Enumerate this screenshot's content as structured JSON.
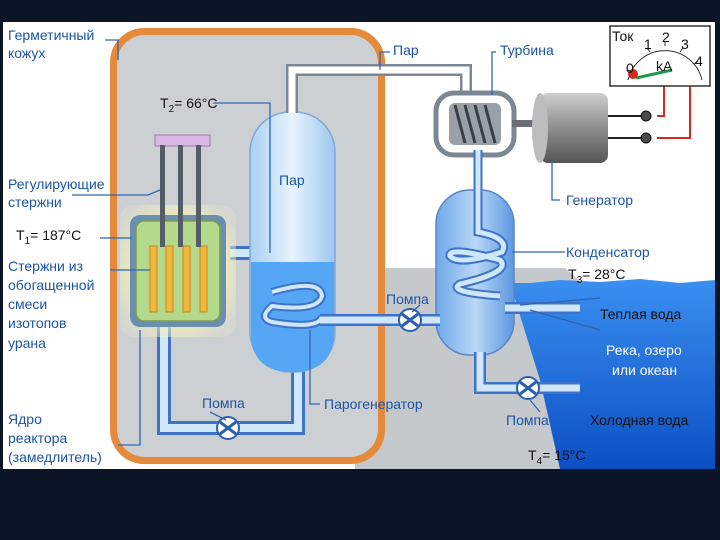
{
  "labels": {
    "containment": [
      "Герметичный",
      "кожух"
    ],
    "control_rods": [
      "Регулирующие",
      "стержни"
    ],
    "fuel_rods": [
      "Стержни из",
      "обогащенной",
      "смеси",
      "изотопов",
      "урана"
    ],
    "moderator": [
      "Ядро",
      "реактора",
      "(замедлитель)"
    ],
    "steam_top": "Пар",
    "steam_inner": "Пар",
    "turbine": "Турбина",
    "generator": "Генератор",
    "condenser": "Конденсатор",
    "pump_middle": "Помпа",
    "pump_reactor": "Помпа",
    "pump_river": "Помпа",
    "steam_generator": "Парогенератор",
    "warm_water": "Теплая вода",
    "river": [
      "Река, озеро",
      "или океан"
    ],
    "cold_water": "Холодная вода",
    "current": "Ток"
  },
  "temperatures": {
    "t1": {
      "symbol": "T",
      "sub": "1",
      "value": "= 187°C"
    },
    "t2": {
      "symbol": "T",
      "sub": "2",
      "value": "= 66°C"
    },
    "t3": {
      "symbol": "T",
      "sub": "3",
      "value": "= 28°C"
    },
    "t4": {
      "symbol": "T",
      "sub": "4",
      "value": "= 15°C"
    }
  },
  "ammeter": {
    "unit": "kA",
    "ticks": [
      "0",
      "1",
      "2",
      "3",
      "4"
    ]
  },
  "colors": {
    "containment_border": "#e58a3a",
    "containment_fill": "#cdd0d3",
    "water": "#2f7fe0",
    "pipe_light": "#cfe6fb",
    "pipe_dark": "#3d73c9",
    "label": "#1c55a6"
  }
}
